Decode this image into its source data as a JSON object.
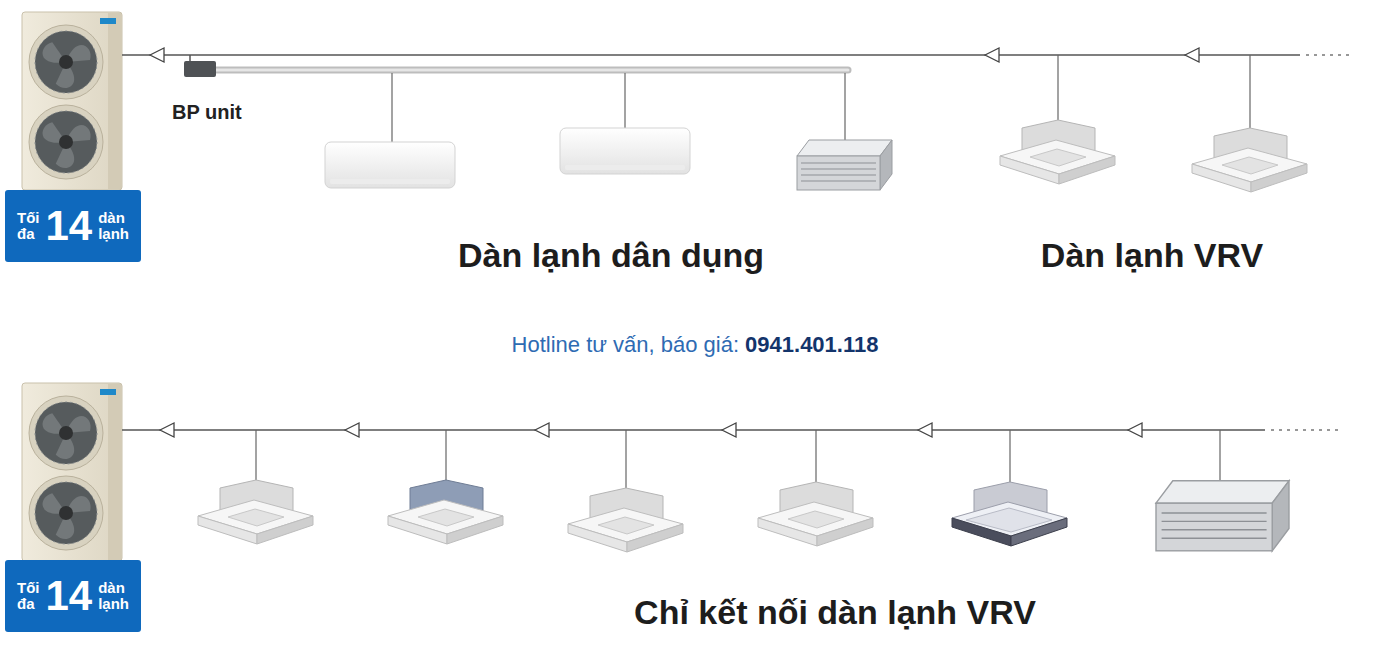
{
  "diagram": {
    "nodes": [
      {
        "text": [
          "Tối đa",
          "14",
          "dàn lạnh"
        ]
      },
      {
        "text": [
          "Tối đa",
          "14",
          "dàn lạnh"
        ]
      }
    ],
    "labels": [
      "BP unit",
      "Dàn lạnh dân dụng",
      "Dàn lạnh VRV",
      "Hotline tư vấn, báo giá:",
      "0941.401.118",
      "Chỉ kết nối dàn lạnh VRV"
    ]
  }
}
